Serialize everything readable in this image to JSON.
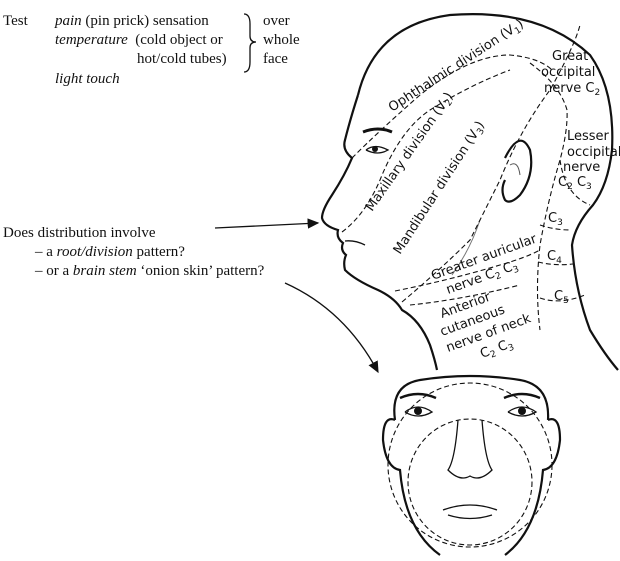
{
  "tests": {
    "heading": "Test",
    "pain": "pain",
    "pain_rest": "(pin prick) sensation",
    "temperature": "temperature",
    "temperature_rest1": "(cold object or",
    "temperature_rest2": "hot/cold tubes)",
    "light_touch": "light touch",
    "scope": [
      "over",
      "whole",
      "face"
    ]
  },
  "question": {
    "line1": "Does distribution involve",
    "line2_pre": "– a ",
    "line2_em": "root/division",
    "line2_post": " pattern?",
    "line3_pre": "– or a ",
    "line3_em": "brain stem",
    "line3_post": " ‘onion skin’ pattern?"
  },
  "labels": {
    "ophthalmic": "Ophthalmic division (V",
    "ophthalmic_sub": "1",
    "maxillary": "Maxillary division (V",
    "maxillary_sub": "2",
    "mandibular": "Mandibular division (V",
    "mandibular_sub": "3",
    "close_paren": ")",
    "great_occipital": [
      "Great",
      "occipital",
      "nerve C"
    ],
    "great_occipital_sub": "2",
    "lesser_occipital": [
      "Lesser",
      "occipital",
      "nerve"
    ],
    "c": "C",
    "s2": "2",
    "s3": "3",
    "s4": "4",
    "s5": "5",
    "greater_auricular": [
      "Greater auricular",
      "nerve C"
    ],
    "anterior_cutaneous": [
      "Anterior",
      "cutaneous",
      "nerve of neck"
    ]
  }
}
